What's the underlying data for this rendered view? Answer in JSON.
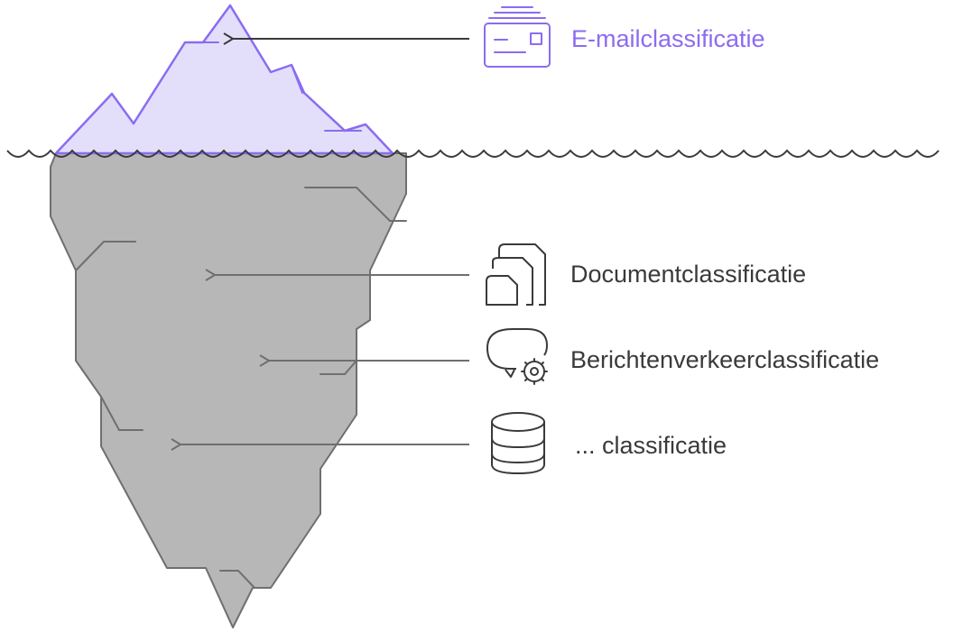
{
  "diagram": {
    "top_item": {
      "label": "E-mailclassificatie",
      "icon": "email-icon"
    },
    "hidden_items": [
      {
        "label": "Documentclassificatie",
        "icon": "documents-icon"
      },
      {
        "label": "Berichtenverkeerclassificatie",
        "icon": "message-settings-icon"
      },
      {
        "label": "... classificatie",
        "icon": "database-icon"
      }
    ]
  },
  "colors": {
    "accent": "#8b6cf0",
    "tip_fill": "#e3dffb",
    "ice_fill": "#b7b7b7",
    "ice_stroke": "#6f6f6f",
    "text": "#3a3a3a"
  }
}
